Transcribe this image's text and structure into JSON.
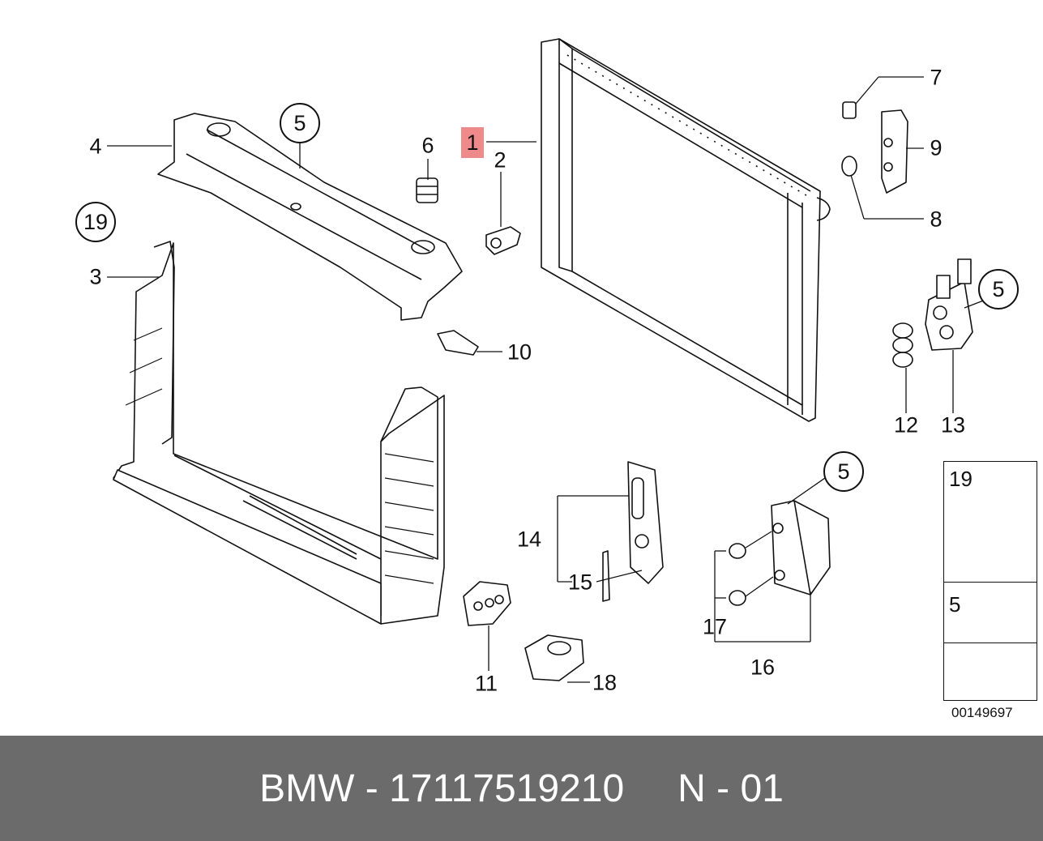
{
  "callouts": {
    "c1": "1",
    "c2": "2",
    "c3": "3",
    "c4": "4",
    "c5a": "5",
    "c5b": "5",
    "c5c": "5",
    "c6": "6",
    "c7": "7",
    "c8": "8",
    "c9": "9",
    "c10": "10",
    "c11": "11",
    "c12": "12",
    "c13": "13",
    "c14": "14",
    "c15": "15",
    "c16": "16",
    "c17": "17",
    "c18": "18",
    "c19": "19"
  },
  "legend": {
    "cell1": "19",
    "cell2": "5"
  },
  "doc_number": "00149697",
  "footer": {
    "brand": "BMW",
    "separator": " - ",
    "part_number": "17117519210",
    "note": "N - 01"
  },
  "colors": {
    "highlight": "#ef8a8a",
    "footer_bg": "#6b6b6b",
    "line": "#111111"
  }
}
